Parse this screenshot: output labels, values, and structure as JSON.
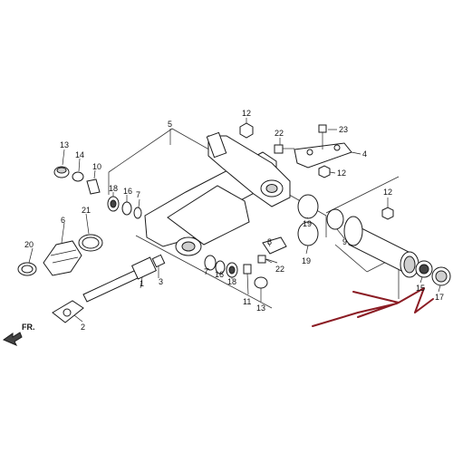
{
  "diagram": {
    "direction_label": "FR.",
    "annotation_color": "#8b1c24",
    "callouts": [
      {
        "id": "c1",
        "text": "1"
      },
      {
        "id": "c2",
        "text": "2"
      },
      {
        "id": "c3",
        "text": "3"
      },
      {
        "id": "c4",
        "text": "4"
      },
      {
        "id": "c5",
        "text": "5"
      },
      {
        "id": "c6",
        "text": "6"
      },
      {
        "id": "c7a",
        "text": "7"
      },
      {
        "id": "c7b",
        "text": "7"
      },
      {
        "id": "c8",
        "text": "8"
      },
      {
        "id": "c9",
        "text": "9"
      },
      {
        "id": "c10",
        "text": "10"
      },
      {
        "id": "c11",
        "text": "11"
      },
      {
        "id": "c12a",
        "text": "12"
      },
      {
        "id": "c12b",
        "text": "12"
      },
      {
        "id": "c12c",
        "text": "12"
      },
      {
        "id": "c13a",
        "text": "13"
      },
      {
        "id": "c13b",
        "text": "13"
      },
      {
        "id": "c14",
        "text": "14"
      },
      {
        "id": "c15",
        "text": "15"
      },
      {
        "id": "c16a",
        "text": "16"
      },
      {
        "id": "c16b",
        "text": "16"
      },
      {
        "id": "c17",
        "text": "17"
      },
      {
        "id": "c18a",
        "text": "18"
      },
      {
        "id": "c18b",
        "text": "18"
      },
      {
        "id": "c19a",
        "text": "19"
      },
      {
        "id": "c19b",
        "text": "19"
      },
      {
        "id": "c20",
        "text": "20"
      },
      {
        "id": "c21",
        "text": "21"
      },
      {
        "id": "c22a",
        "text": "22"
      },
      {
        "id": "c22b",
        "text": "22"
      },
      {
        "id": "c23",
        "text": "23"
      }
    ]
  }
}
